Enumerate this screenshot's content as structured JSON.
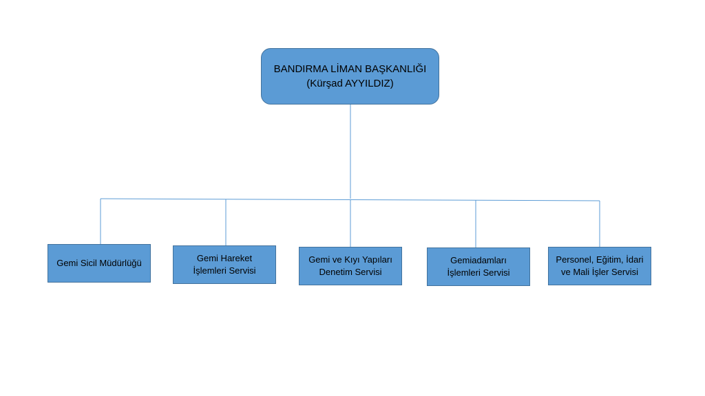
{
  "colors": {
    "box_fill": "#5b9bd5",
    "box_border": "#41719c",
    "connector": "#5b9bd5"
  },
  "root": {
    "line1": "BANDIRMA LİMAN BAŞKANLIĞI",
    "line2": "(Kürşad AYYILDIZ)"
  },
  "children": [
    {
      "line1": "Gemi Sicil Müdürlüğü",
      "line2": ""
    },
    {
      "line1": "Gemi Hareket",
      "line2": "İşlemleri Servisi"
    },
    {
      "line1": "Gemi ve Kıyı Yapıları",
      "line2": "Denetim Servisi"
    },
    {
      "line1": "Gemiadamları",
      "line2": "İşlemleri Servisi"
    },
    {
      "line1": "Personel, Eğitim, İdari",
      "line2": "ve Mali İşler Servisi"
    }
  ]
}
